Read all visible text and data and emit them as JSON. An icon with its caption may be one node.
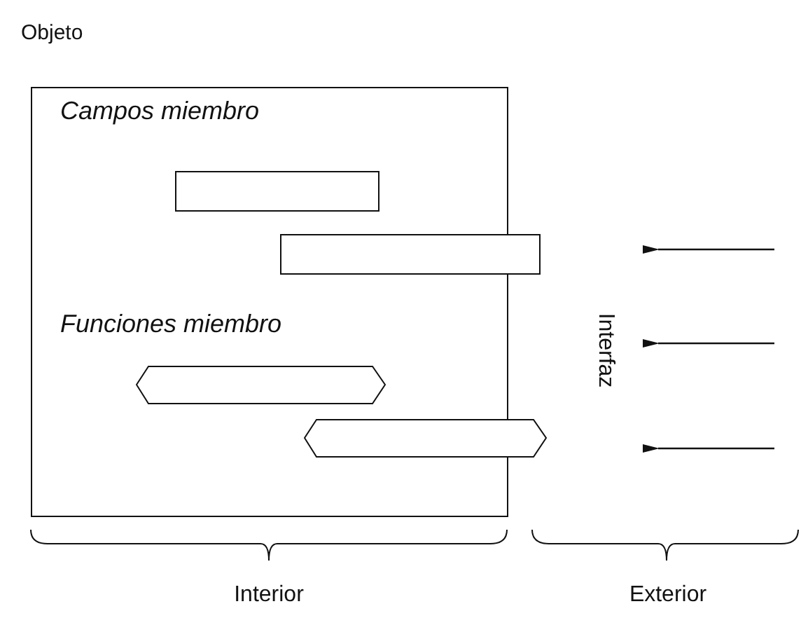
{
  "diagram": {
    "nodes": [
      {
        "text": [
          "Objeto",
          "Campos miembro",
          "Funciones miembro"
        ]
      },
      {
        "text": [],
        "shape": "box",
        "in": 0
      },
      {
        "text": [],
        "shape": "box"
      },
      {
        "text": [],
        "shape": "hexagon",
        "in": 0
      },
      {
        "text": [],
        "shape": "hexagon"
      }
    ],
    "labels": [
      "Interfaz",
      "Interior",
      "Exterior"
    ]
  }
}
